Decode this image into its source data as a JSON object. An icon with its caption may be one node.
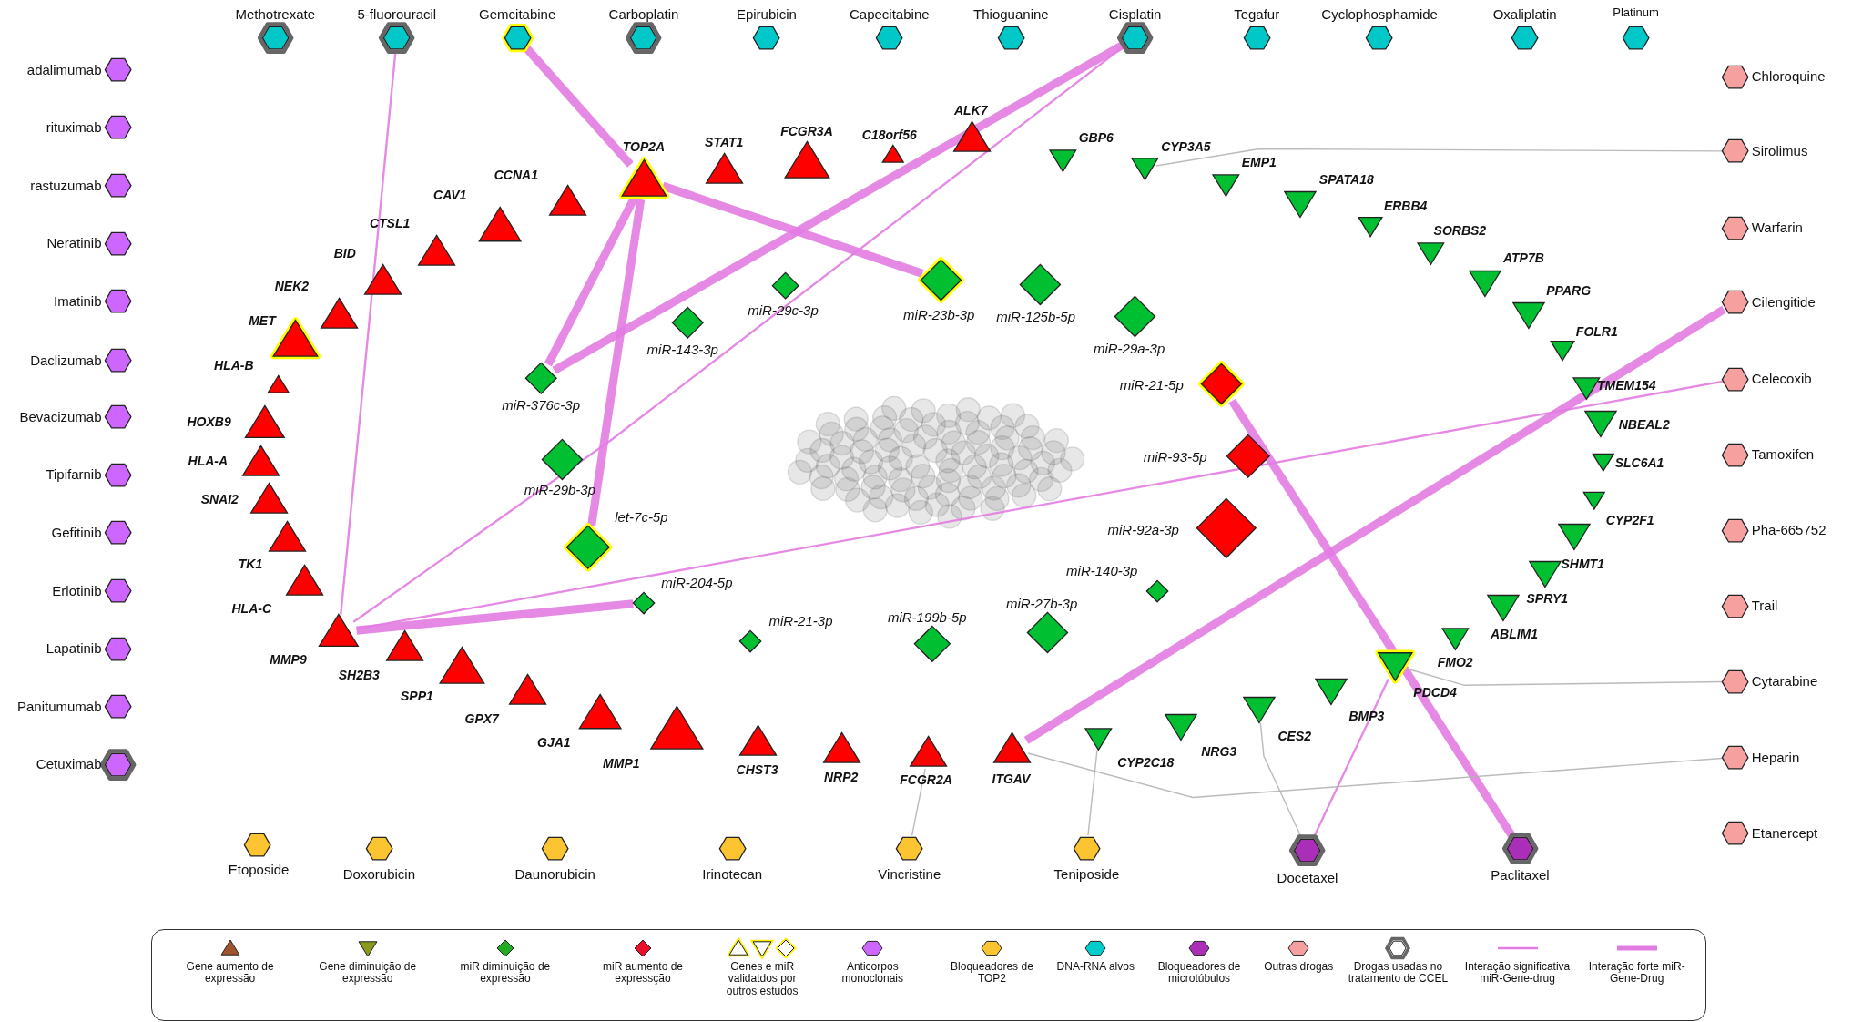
{
  "diagram": {
    "nodes": [
      {
        "text": [
          "Methotrexate"
        ]
      },
      {
        "text": [
          "5-fluorouracil"
        ]
      },
      {
        "text": [
          "Gemcitabine"
        ]
      },
      {
        "text": [
          "Carboplatin"
        ]
      },
      {
        "text": [
          "Epirubicin"
        ]
      },
      {
        "text": [
          "Capecitabine"
        ]
      },
      {
        "text": [
          "Thioguanine"
        ]
      },
      {
        "text": [
          "Cisplatin"
        ]
      },
      {
        "text": [
          "Tegafur"
        ]
      },
      {
        "text": [
          "Cyclophosphamide"
        ]
      },
      {
        "text": [
          "Oxaliplatin"
        ]
      },
      {
        "text": [
          "Platinum"
        ]
      },
      {
        "text": [
          "adalimumab"
        ]
      },
      {
        "text": [
          "rituximab"
        ]
      },
      {
        "text": [
          "rastuzumab"
        ]
      },
      {
        "text": [
          "Neratinib"
        ]
      },
      {
        "text": [
          "Imatinib"
        ]
      },
      {
        "text": [
          "Daclizumab"
        ]
      },
      {
        "text": [
          "Bevacizumab"
        ]
      },
      {
        "text": [
          "Tipifarnib"
        ]
      },
      {
        "text": [
          "Gefitinib"
        ]
      },
      {
        "text": [
          "Erlotinib"
        ]
      },
      {
        "text": [
          "Lapatinib"
        ]
      },
      {
        "text": [
          "Panitumumab"
        ]
      },
      {
        "text": [
          "Cetuximab"
        ]
      },
      {
        "text": [
          "Chloroquine"
        ]
      },
      {
        "text": [
          "Sirolimus"
        ]
      },
      {
        "text": [
          "Warfarin"
        ]
      },
      {
        "text": [
          "Cilengitide"
        ]
      },
      {
        "text": [
          "Celecoxib"
        ]
      },
      {
        "text": [
          "Tamoxifen"
        ]
      },
      {
        "text": [
          "Pha-665752"
        ]
      },
      {
        "text": [
          "Trail"
        ]
      },
      {
        "text": [
          "Cytarabine"
        ]
      },
      {
        "text": [
          "Heparin"
        ]
      },
      {
        "text": [
          "Etanercept"
        ]
      },
      {
        "text": [
          "MET"
        ]
      },
      {
        "text": [
          "NEK2"
        ]
      },
      {
        "text": [
          "BID"
        ]
      },
      {
        "text": [
          "CTSL1"
        ]
      },
      {
        "text": [
          "CAV1"
        ]
      },
      {
        "text": [
          "CCNA1"
        ]
      },
      {
        "text": [
          "TOP2A"
        ]
      },
      {
        "text": [
          "STAT1"
        ]
      },
      {
        "text": [
          "FCGR3A"
        ]
      },
      {
        "text": [
          "C18orf56"
        ]
      },
      {
        "text": [
          "ALK7"
        ]
      },
      {
        "text": [
          "HLA-B"
        ]
      },
      {
        "text": [
          "HOXB9"
        ]
      },
      {
        "text": [
          "HLA-A"
        ]
      },
      {
        "text": [
          "SNAI2"
        ]
      },
      {
        "text": [
          "TK1"
        ]
      },
      {
        "text": [
          "HLA-C"
        ]
      },
      {
        "text": [
          "MMP9"
        ]
      },
      {
        "text": [
          "SH2B3"
        ]
      },
      {
        "text": [
          "SPP1"
        ]
      },
      {
        "text": [
          "GPX7"
        ]
      },
      {
        "text": [
          "GJA1"
        ]
      },
      {
        "text": [
          "MMP1"
        ]
      },
      {
        "text": [
          "CHST3"
        ]
      },
      {
        "text": [
          "NRP2"
        ]
      },
      {
        "text": [
          "FCGR2A"
        ]
      },
      {
        "text": [
          "ITGAV"
        ]
      },
      {
        "text": [
          "GBP6"
        ]
      },
      {
        "text": [
          "CYP3A5"
        ]
      },
      {
        "text": [
          "EMP1"
        ]
      },
      {
        "text": [
          "SPATA18"
        ]
      },
      {
        "text": [
          "ERBB4"
        ]
      },
      {
        "text": [
          "SORBS2"
        ]
      },
      {
        "text": [
          "ATP7B"
        ]
      },
      {
        "text": [
          "PPARG"
        ]
      },
      {
        "text": [
          "FOLR1"
        ]
      },
      {
        "text": [
          "TMEM154"
        ]
      },
      {
        "text": [
          "NBEAL2"
        ]
      },
      {
        "text": [
          "SLC6A1"
        ]
      },
      {
        "text": [
          "CYP2F1"
        ]
      },
      {
        "text": [
          "SHMT1"
        ]
      },
      {
        "text": [
          "SPRY1"
        ]
      },
      {
        "text": [
          "ABLIM1"
        ]
      },
      {
        "text": [
          "FMO2"
        ]
      },
      {
        "text": [
          "PDCD4"
        ]
      },
      {
        "text": [
          "BMP3"
        ]
      },
      {
        "text": [
          "CES2"
        ]
      },
      {
        "text": [
          "NRG3"
        ]
      },
      {
        "text": [
          "CYP2C18"
        ]
      },
      {
        "text": [
          "miR-29c-3p"
        ]
      },
      {
        "text": [
          "miR-143-3p"
        ]
      },
      {
        "text": [
          "miR-376c-3p"
        ]
      },
      {
        "text": [
          "miR-29b-3p"
        ]
      },
      {
        "text": [
          "let-7c-5p"
        ]
      },
      {
        "text": [
          "miR-204-5p"
        ]
      },
      {
        "text": [
          "miR-21-3p"
        ]
      },
      {
        "text": [
          "miR-23b-3p"
        ]
      },
      {
        "text": [
          "miR-125b-5p"
        ]
      },
      {
        "text": [
          "miR-29a-3p"
        ]
      },
      {
        "text": [
          "miR-199b-5p"
        ]
      },
      {
        "text": [
          "miR-27b-3p"
        ]
      },
      {
        "text": [
          "miR-140-3p"
        ]
      },
      {
        "text": [
          "miR-21-5p"
        ]
      },
      {
        "text": [
          "miR-93-5p"
        ]
      },
      {
        "text": [
          "miR-92a-3p"
        ]
      },
      {
        "text": [
          "Etoposide"
        ]
      },
      {
        "text": [
          "Doxorubicin"
        ]
      },
      {
        "text": [
          "Daunorubicin"
        ]
      },
      {
        "text": [
          "Irinotecan"
        ]
      },
      {
        "text": [
          "Vincristine"
        ]
      },
      {
        "text": [
          "Teniposide"
        ]
      },
      {
        "text": [
          "Docetaxel"
        ]
      },
      {
        "text": [
          "Paclitaxel"
        ]
      }
    ],
    "edges": [
      {
        "from": 2,
        "to": 42,
        "arrow": "none",
        "style": "thick",
        "color": "#e27ce2"
      },
      {
        "from": 42,
        "to": 92,
        "arrow": "none",
        "style": "thick",
        "color": "#e27ce2"
      },
      {
        "from": 42,
        "to": 87,
        "arrow": "none",
        "style": "thick",
        "color": "#e27ce2"
      },
      {
        "from": 42,
        "to": 89,
        "arrow": "none",
        "style": "thick",
        "color": "#e27ce2"
      },
      {
        "from": 7,
        "to": 87,
        "arrow": "none",
        "style": "thick",
        "color": "#e27ce2"
      },
      {
        "from": 1,
        "to": 53,
        "arrow": "none",
        "color": "#e27ce2"
      },
      {
        "from": 7,
        "to": 53,
        "arrow": "none",
        "color": "#e27ce2"
      },
      {
        "from": 53,
        "to": 90,
        "arrow": "none",
        "style": "thick",
        "color": "#e27ce2"
      },
      {
        "from": 53,
        "to": 29,
        "arrow": "none",
        "color": "#e27ce2"
      },
      {
        "from": 98,
        "to": 108,
        "arrow": "none",
        "style": "thick",
        "color": "#e27ce2"
      },
      {
        "from": 28,
        "to": 62,
        "arrow": "none",
        "style": "thick",
        "color": "#e27ce2"
      },
      {
        "from": 80,
        "to": 107,
        "arrow": "none",
        "color": "#e27ce2"
      },
      {
        "from": 64,
        "to": 26,
        "arrow": "none"
      },
      {
        "from": 84,
        "to": 106,
        "arrow": "none"
      },
      {
        "from": 82,
        "to": 107,
        "arrow": "none"
      },
      {
        "from": 62,
        "to": 34,
        "arrow": "none"
      },
      {
        "from": 80,
        "to": 33,
        "arrow": "none"
      },
      {
        "from": 61,
        "to": 105,
        "arrow": "none"
      }
    ],
    "legend": [
      {
        "text": "Gene aumento de expressão",
        "color": "#a0522d"
      },
      {
        "text": "Gene diminuição de expressão",
        "color": "#8b9a1c"
      },
      {
        "text": "miR diminuição de expressão",
        "color": "#22aa22"
      },
      {
        "text": "miR aumento de expressção",
        "color": "#e8102a"
      },
      {
        "text": "Genes e miR validatdos por outros estudos"
      },
      {
        "text": "Anticorpos monoclonais",
        "color": "#cc66ff"
      },
      {
        "text": "Bloqueadores de TOP2",
        "color": "#fcc430"
      },
      {
        "text": "DNA-RNA alvos",
        "color": "#00cccc"
      },
      {
        "text": "Bloqueadores de microtúbulos",
        "color": "#aa2eb8"
      },
      {
        "text": "Outras drogas",
        "color": "#f4a0a0"
      },
      {
        "text": "Drogas usadas no tratamento de CCEL"
      },
      {
        "text": "Interação significativa miR-Gene-drug"
      },
      {
        "text": "Interação forte miR-Gene-Drug"
      }
    ]
  }
}
